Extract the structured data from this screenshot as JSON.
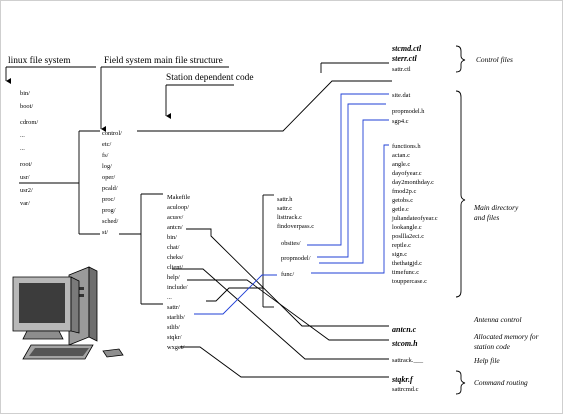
{
  "headings": {
    "linux": "linux file system",
    "field": "Field system main file structure",
    "station": "Station dependent code"
  },
  "root_dirs": [
    "bin/",
    "boot/",
    "cdrom/",
    "...",
    "...",
    "root/",
    "usr/",
    "usr2/",
    "var/"
  ],
  "usr2_dirs": [
    "control/",
    "etc/",
    "fs/",
    "log/",
    "oper/",
    "pcald/",
    "proc/",
    "prog/",
    "sched/",
    "st/"
  ],
  "st_files": [
    "Makefile",
    "aculoop/",
    "acusv/",
    "antcn/",
    "bin/",
    "chat/",
    "cheks/",
    "client/",
    "help/",
    "include/",
    "...",
    "sattr/",
    "starlib/",
    "stlib/",
    "stqkr/",
    "wxget/"
  ],
  "sattr_files": [
    "sattr.h",
    "sattr.c",
    "listtrack.c",
    "findoverpass.c"
  ],
  "sattr_subdirs": [
    "obsites/",
    "propmodel/",
    "func/"
  ],
  "control_files": [
    "stcmd.ctl",
    "sterr.ctl",
    "sattr.ctl"
  ],
  "obsites_files": [
    "site.dat"
  ],
  "propmodel_files": [
    "propmodel.h",
    "sgp4.c"
  ],
  "func_files": [
    "functions.h",
    "actan.c",
    "angle.c",
    "dayofyear.c",
    "day2monthday.c",
    "fmod2p.c",
    "getobs.c",
    "getle.c",
    "juliandateofyear.c",
    "lookangle.c",
    "posllla2eci.c",
    "reptle.c",
    "sign.c",
    "thethatgjd.c",
    "timefunc.c",
    "touppercase.c"
  ],
  "antcn_file": "antcn.c",
  "include_file": "stcom.h",
  "help_file": "sattrack.___",
  "stqkr_files": [
    "stqkr.f",
    "sattrcmd.c"
  ],
  "captions": {
    "control": "Control files",
    "main_dir_1": "Main directory",
    "main_dir_2": "and files",
    "antenna": "Antenna control",
    "alloc_1": "Allocated memory for",
    "alloc_2": "station code",
    "help": "Help file",
    "routing": "Command routing"
  },
  "colors": {
    "line": "#000000",
    "highlight": "#1f3fd6"
  },
  "icons": {
    "computer": "desktop-computer-icon"
  }
}
